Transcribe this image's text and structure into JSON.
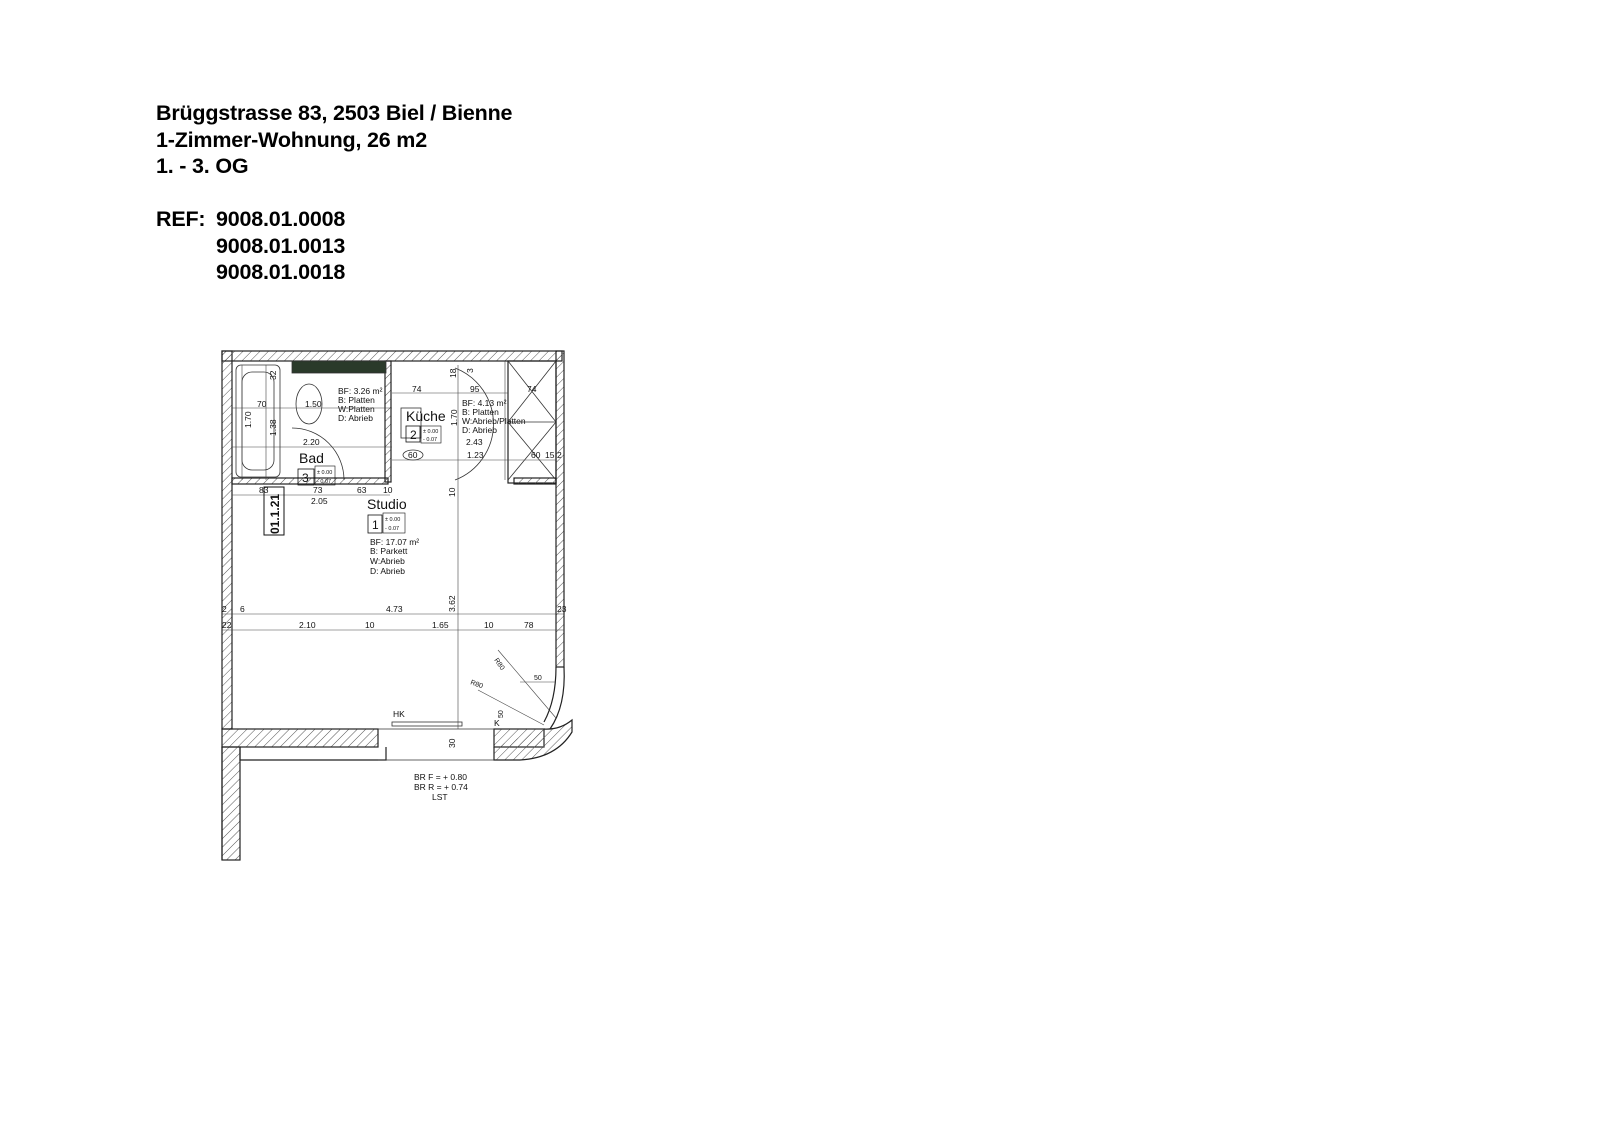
{
  "header": {
    "address": "Brüggstrasse 83, 2503 Biel / Bienne",
    "unit": "1-Zimmer-Wohnung, 26 m2",
    "floors": "1. - 3. OG",
    "ref_label": "REF:",
    "refs": [
      "9008.01.0008",
      "9008.01.0013",
      "9008.01.0018"
    ]
  },
  "plan": {
    "unit_number": "01.1.21",
    "rooms": {
      "bad": {
        "name": "Bad",
        "number": "3",
        "level_top": "± 0.00",
        "level_bottom": "- 0.07",
        "specs": [
          "BF: 3.26 m²",
          "B: Platten",
          "W:Platten",
          "D: Abrieb"
        ]
      },
      "kueche": {
        "name": "Küche",
        "number": "2",
        "level_top": "± 0.00",
        "level_bottom": "- 0.07",
        "specs": [
          "BF: 4.13 m²",
          "B: Platten",
          "W:Abrieb/Platten",
          "D: Abrieb"
        ]
      },
      "studio": {
        "name": "Studio",
        "number": "1",
        "level_top": "± 0.00",
        "level_bottom": "- 0.07",
        "specs": [
          "BF: 17.07 m²",
          "B: Parkett",
          "W:Abrieb",
          "D: Abrieb"
        ]
      }
    },
    "dims": {
      "d32": "32",
      "d70": "70",
      "d150": "1.50",
      "d170a": "1.70",
      "d138": "1.38",
      "d220": "2.20",
      "d74a": "74",
      "d18": "18",
      "d3": "3",
      "d95": "95",
      "d74b": "74",
      "d170b": "1.70",
      "d243": "2.43",
      "d60a": "60",
      "d123": "1.23",
      "d60b": "60",
      "d15": "15",
      "d2a": "2",
      "d83": "83",
      "d73": "73",
      "d205": "2.05",
      "d63": "63",
      "d10a": "10",
      "d10b": "10",
      "d2b": "2",
      "d6": "6",
      "d473": "4.73",
      "d362": "3.62",
      "d23": "23",
      "d22": "22",
      "d210": "2.10",
      "d10c": "10",
      "d165": "1.65",
      "d10d": "10",
      "d78": "78",
      "r80a": "R80",
      "r80b": "R80",
      "d50a": "50",
      "d50b": "50",
      "d30": "30",
      "k": "K",
      "hk": "HK"
    },
    "window_notes": [
      "BR F = + 0.80",
      "BR R = + 0.74",
      "LST"
    ]
  }
}
